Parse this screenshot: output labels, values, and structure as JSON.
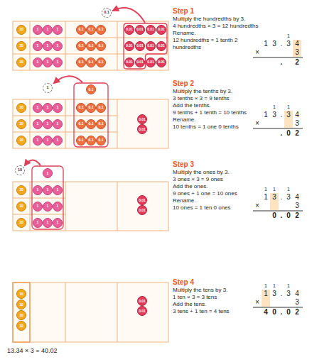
{
  "diagram": {
    "caption": "13.34 × 3 = 40.02",
    "nodes": [
      {
        "text": [
          "0.1"
        ]
      },
      {
        "text": [
          "10"
        ]
      },
      {
        "text": [
          "1"
        ]
      },
      {
        "text": [
          "1"
        ]
      },
      {
        "text": [
          "1"
        ]
      },
      {
        "text": [
          "0.1"
        ]
      },
      {
        "text": [
          "0.1"
        ]
      },
      {
        "text": [
          "0.1"
        ]
      },
      {
        "text": [
          "0.01"
        ]
      },
      {
        "text": [
          "0.01"
        ]
      },
      {
        "text": [
          "0.01"
        ]
      },
      {
        "text": [
          "0.01"
        ]
      },
      {
        "text": [
          "10"
        ]
      },
      {
        "text": [
          "1"
        ]
      },
      {
        "text": [
          "1"
        ]
      },
      {
        "text": [
          "1"
        ]
      },
      {
        "text": [
          "0.1"
        ]
      },
      {
        "text": [
          "0.1"
        ]
      },
      {
        "text": [
          "0.1"
        ]
      },
      {
        "text": [
          "0.01"
        ]
      },
      {
        "text": [
          "0.01"
        ]
      },
      {
        "text": [
          "0.01"
        ]
      },
      {
        "text": [
          "0.01"
        ]
      },
      {
        "text": [
          "10"
        ]
      },
      {
        "text": [
          "1"
        ]
      },
      {
        "text": [
          "1"
        ]
      },
      {
        "text": [
          "1"
        ]
      },
      {
        "text": [
          "0.1"
        ]
      },
      {
        "text": [
          "0.1"
        ]
      },
      {
        "text": [
          "0.1"
        ]
      },
      {
        "text": [
          "0.01"
        ]
      },
      {
        "text": [
          "0.01"
        ]
      },
      {
        "text": [
          "0.01"
        ]
      },
      {
        "text": [
          "0.01"
        ]
      },
      {
        "text": [
          "1"
        ]
      },
      {
        "text": [
          "0.1"
        ]
      },
      {
        "text": [
          "10"
        ]
      },
      {
        "text": [
          "1"
        ]
      },
      {
        "text": [
          "1"
        ]
      },
      {
        "text": [
          "1"
        ]
      },
      {
        "text": [
          "0.1"
        ]
      },
      {
        "text": [
          "0.1"
        ]
      },
      {
        "text": [
          "0.1"
        ]
      },
      {
        "text": [
          "10"
        ]
      },
      {
        "text": [
          "1"
        ]
      },
      {
        "text": [
          "1"
        ]
      },
      {
        "text": [
          "1"
        ]
      },
      {
        "text": [
          "0.1"
        ]
      },
      {
        "text": [
          "0.1"
        ]
      },
      {
        "text": [
          "0.1"
        ]
      },
      {
        "text": [
          "10"
        ]
      },
      {
        "text": [
          "1"
        ]
      },
      {
        "text": [
          "1"
        ]
      },
      {
        "text": [
          "1"
        ]
      },
      {
        "text": [
          "0.1"
        ]
      },
      {
        "text": [
          "0.1"
        ]
      },
      {
        "text": [
          "0.1"
        ]
      },
      {
        "text": [
          "0.01"
        ]
      },
      {
        "text": [
          "0.01"
        ]
      },
      {
        "text": [
          "10"
        ]
      },
      {
        "text": [
          "1"
        ]
      },
      {
        "text": [
          "10"
        ]
      },
      {
        "text": [
          "1"
        ]
      },
      {
        "text": [
          "1"
        ]
      },
      {
        "text": [
          "1"
        ]
      },
      {
        "text": [
          "10"
        ]
      },
      {
        "text": [
          "1"
        ]
      },
      {
        "text": [
          "1"
        ]
      },
      {
        "text": [
          "1"
        ]
      },
      {
        "text": [
          "10"
        ]
      },
      {
        "text": [
          "1"
        ]
      },
      {
        "text": [
          "1"
        ]
      },
      {
        "text": [
          "1"
        ]
      },
      {
        "text": [
          "0.01"
        ]
      },
      {
        "text": [
          "0.01"
        ]
      },
      {
        "text": [
          "10"
        ]
      },
      {
        "text": [
          "10"
        ]
      },
      {
        "text": [
          "10"
        ]
      },
      {
        "text": [
          "10"
        ]
      },
      {
        "text": [
          "0.01"
        ]
      },
      {
        "text": [
          "0.01"
        ]
      }
    ],
    "labels": [
      "Step 1",
      "Multiply the hundredths by 3.",
      "4 hundredths × 3 = 12 hundredths",
      "Rename.",
      "12 hundredths = 1 tenth 2 hundredths",
      "1",
      "1",
      "3",
      ".",
      "3",
      "4",
      "×",
      "3",
      ".",
      "2",
      "Step 2",
      "Multiply the tenths by 3.",
      "3 tenths × 3 = 9 tenths",
      "Add the tenths.",
      "9 tenths + 1 tenth = 10 tenths",
      "Rename.",
      "10 tenths = 1 one 0 tenths",
      "1",
      "1",
      "1",
      "3",
      ".",
      "3",
      "4",
      "×",
      "3",
      ".",
      "0",
      "2",
      "Step 3",
      "Multiply the ones by 3.",
      "3 ones × 3 = 9 ones",
      "Add the ones.",
      "9 ones + 1 one = 10 ones",
      "Rename.",
      "10 ones = 1 ten 0 ones",
      "1",
      "1",
      "1",
      "1",
      "3",
      ".",
      "3",
      "4",
      "×",
      "3",
      "0",
      ".",
      "0",
      "2",
      "Step 4",
      "Multiply the tens by 3.",
      "1 ten × 3 = 3 tens",
      "Add the tens.",
      "3 tens + 1 ten = 4 tens",
      "1",
      "1",
      "1",
      "1",
      "3",
      ".",
      "3",
      "4",
      "×",
      "3",
      "4",
      "0",
      ".",
      "0",
      "2"
    ]
  }
}
